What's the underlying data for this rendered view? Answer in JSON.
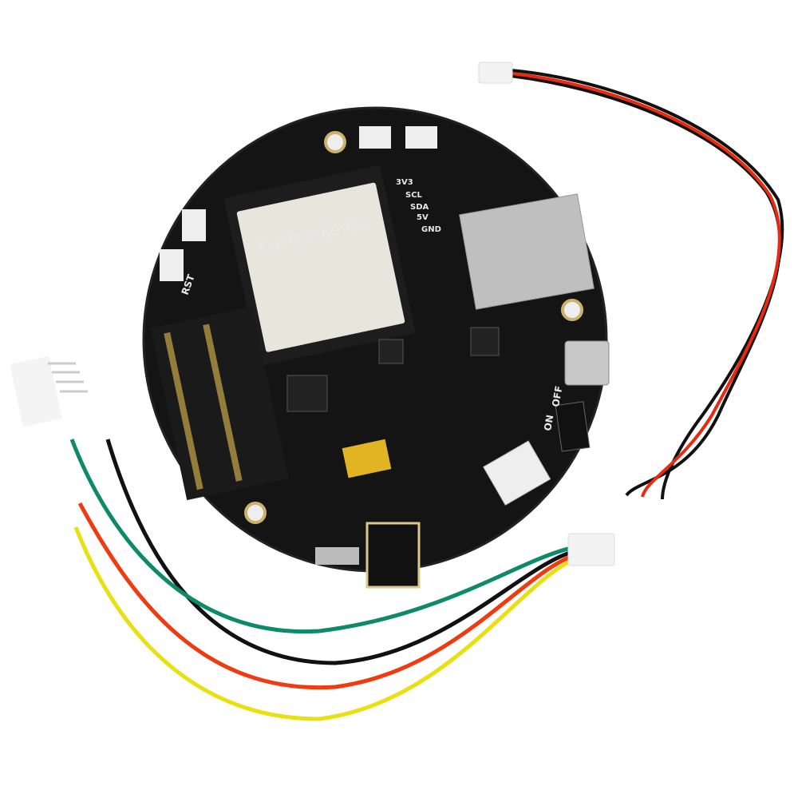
{
  "scene": {
    "description": "Round black ESP32 development board with two cable assemblies and a 4-pin header on white background",
    "background": "#ffffff"
  },
  "board": {
    "color": "#111111",
    "module": {
      "label": "ESP32-WROVER",
      "color": "#e6e6dc"
    },
    "silkscreen": {
      "i2c_labels": [
        "3V3",
        "SCL",
        "SDA",
        "5V",
        "GND"
      ],
      "reset_label": "RST",
      "switch_on": "ON",
      "switch_off": "OFF"
    },
    "components": [
      "microSD card slot",
      "micro USB port",
      "3.5mm audio jack",
      "power switch",
      "2x10 pin header",
      "JST connector",
      "tantalum capacitors",
      "tactile buttons"
    ]
  },
  "cables": {
    "two_wire": {
      "colors": [
        "#e82a10",
        "#111111"
      ]
    },
    "four_wire": {
      "colors": [
        "#e8e010",
        "#f03a10",
        "#111111",
        "#0d8a6a"
      ]
    }
  }
}
